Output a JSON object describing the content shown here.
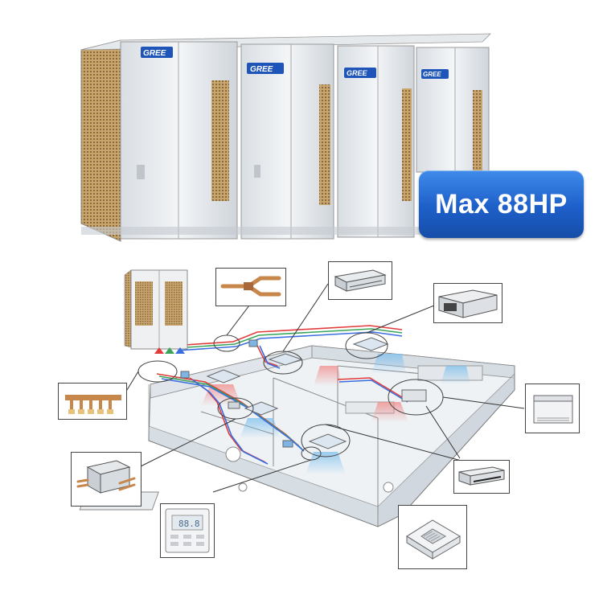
{
  "brand": {
    "logo_text": "GREE"
  },
  "badge": {
    "label": "Max 88HP"
  },
  "controller": {
    "display": "88.8"
  },
  "colors": {
    "badge_blue": "#2b6fd6",
    "cool_air": "#8fc8f0",
    "warm_air": "#f2a0a0",
    "pipe_red": "#e23b3b",
    "pipe_green": "#3aa55a",
    "pipe_blue": "#3a6ee0",
    "copper": "#c8874a"
  },
  "icons": [
    "outdoor-unit-module",
    "branch-pipe",
    "duct-unit",
    "header-distributor",
    "floor-ceiling-unit",
    "mode-exchanger",
    "wired-controller",
    "cassette-unit"
  ]
}
